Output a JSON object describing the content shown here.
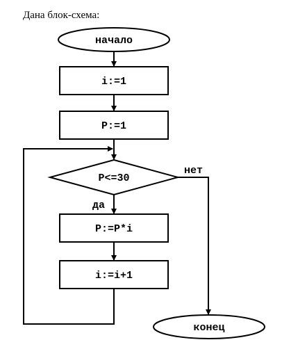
{
  "header": {
    "caption": "Дана блок-схема:"
  },
  "flowchart": {
    "start": {
      "label": "начало"
    },
    "init_i": {
      "label": "i:=1"
    },
    "init_p": {
      "label": "P:=1"
    },
    "condition": {
      "label": "P<=30"
    },
    "branch_yes": {
      "label": "да"
    },
    "branch_no": {
      "label": "нет"
    },
    "multiply": {
      "label": "P:=P*i"
    },
    "increment": {
      "label": "i:=i+1"
    },
    "end": {
      "label": "конец"
    }
  }
}
